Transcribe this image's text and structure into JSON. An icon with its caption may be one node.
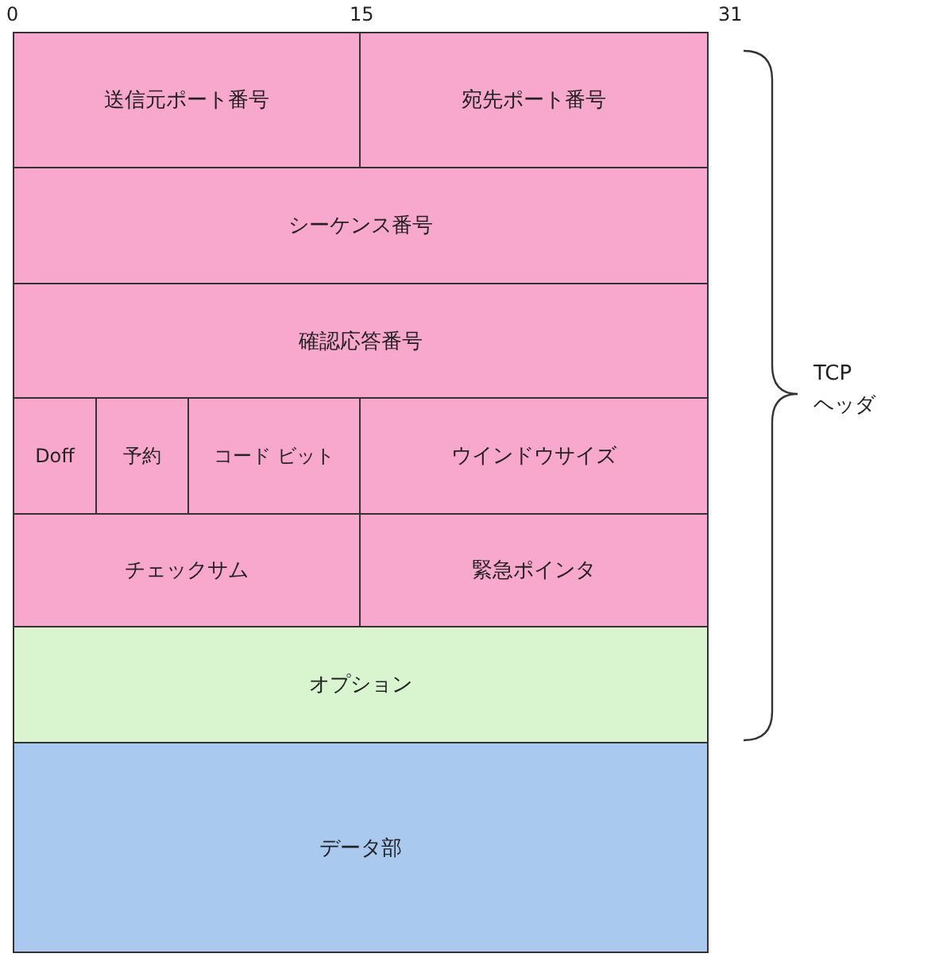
{
  "diagram": {
    "nodes": [
      {
        "text": [
          "送信元ポート番号"
        ]
      },
      {
        "text": [
          "宛先ポート番号"
        ]
      },
      {
        "text": [
          "シーケンス番号"
        ]
      },
      {
        "text": [
          "確認応答番号"
        ]
      },
      {
        "text": [
          "Doff"
        ]
      },
      {
        "text": [
          "予約"
        ]
      },
      {
        "text": [
          "コード ビット"
        ]
      },
      {
        "text": [
          "ウインドウサイズ"
        ]
      },
      {
        "text": [
          "チェックサム"
        ]
      },
      {
        "text": [
          "緊急ポインタ"
        ]
      },
      {
        "text": [
          "オプション"
        ]
      },
      {
        "text": [
          "データ部"
        ]
      }
    ],
    "edges": [],
    "labels": [
      "0",
      "15",
      "31",
      "TCP ヘッダ"
    ]
  }
}
